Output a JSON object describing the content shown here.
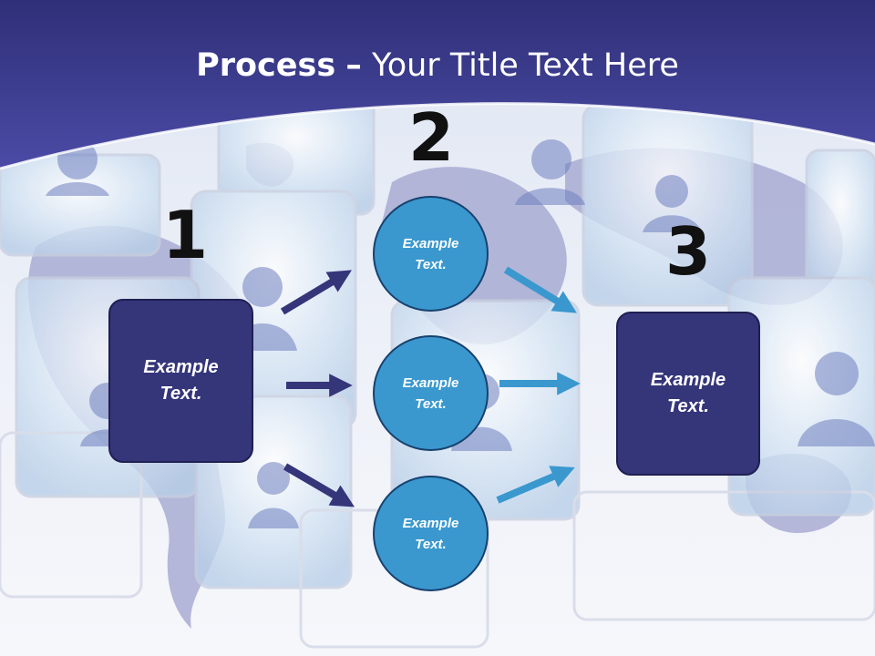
{
  "title": {
    "bold": "Process",
    "dash": "–",
    "rest": "Your Title Text Here"
  },
  "numbers": [
    "1",
    "2",
    "3"
  ],
  "left_box": {
    "line1": "Example",
    "line2": "Text."
  },
  "circles": [
    {
      "line1": "Example",
      "line2": "Text."
    },
    {
      "line1": "Example",
      "line2": "Text."
    },
    {
      "line1": "Example",
      "line2": "Text."
    }
  ],
  "right_box": {
    "line1": "Example",
    "line2": "Text."
  },
  "colors": {
    "header": "#3d3d96",
    "box_fill": "#35357a",
    "circle_fill": "#3a98cf",
    "arrow_left": "#35357a",
    "arrow_right": "#3a98cf"
  }
}
